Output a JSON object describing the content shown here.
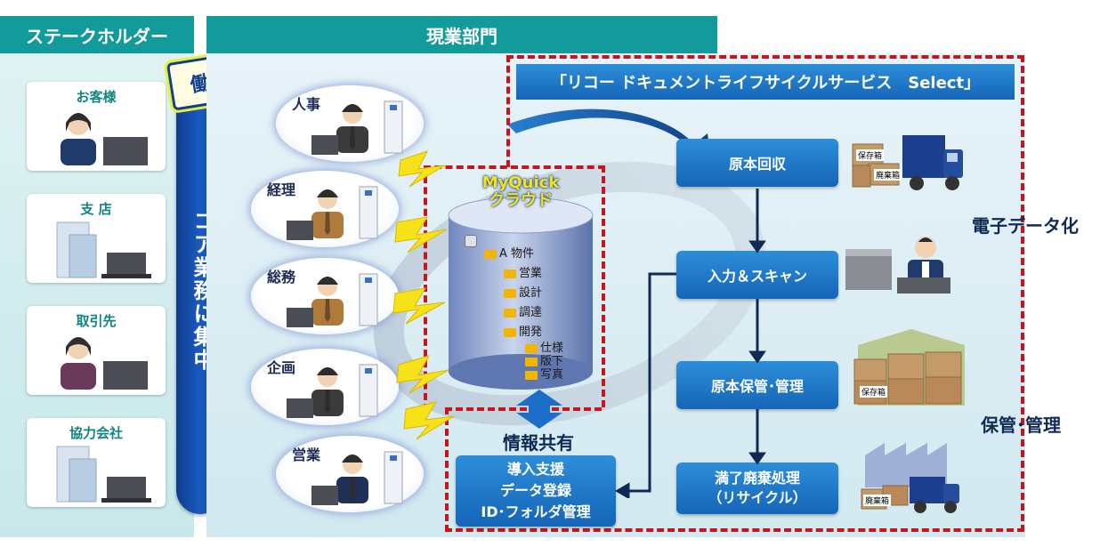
{
  "stakeholder": {
    "header": "ステークホルダー",
    "cards": [
      {
        "label": "お客様"
      },
      {
        "label": "支 店"
      },
      {
        "label": "取引先"
      },
      {
        "label": "協力会社"
      }
    ]
  },
  "core": {
    "badge": "働き方改革!",
    "vertical_text": "コア業務に集中"
  },
  "dept": {
    "header": "現業部門",
    "bubbles": [
      {
        "label": "人事"
      },
      {
        "label": "経理"
      },
      {
        "label": "総務"
      },
      {
        "label": "企画"
      },
      {
        "label": "営業"
      }
    ]
  },
  "cloud": {
    "title_line1": "MyQuick",
    "title_line2": "クラウド",
    "tree": {
      "root": "A 物件",
      "children": [
        "営業",
        "設計",
        "調達",
        "開発"
      ],
      "sub": [
        "仕様",
        "版下",
        "写真"
      ]
    },
    "share_label": "情報共有"
  },
  "support_box": {
    "line1": "導入支援",
    "line2": "データ登録",
    "line3": "ID･フォルダ管理"
  },
  "service": {
    "title": "「リコー ドキュメントライフサイクルサービス　Select」",
    "steps": [
      {
        "line1": "原本回収",
        "line2": ""
      },
      {
        "line1": "入力＆スキャン",
        "line2": ""
      },
      {
        "line1": "原本保管･管理",
        "line2": ""
      },
      {
        "line1": "満了廃棄処理",
        "line2": "（リサイクル）"
      }
    ],
    "side_digitize": "電子データ化",
    "side_storage": "保管･管理"
  },
  "box_labels": {
    "storage": "保存箱",
    "disposal": "廃棄箱"
  },
  "colors": {
    "teal": "#139a9a",
    "flow_blue": "#1b76c8",
    "navy": "#0e2a55",
    "red_dash": "#c4161c"
  }
}
